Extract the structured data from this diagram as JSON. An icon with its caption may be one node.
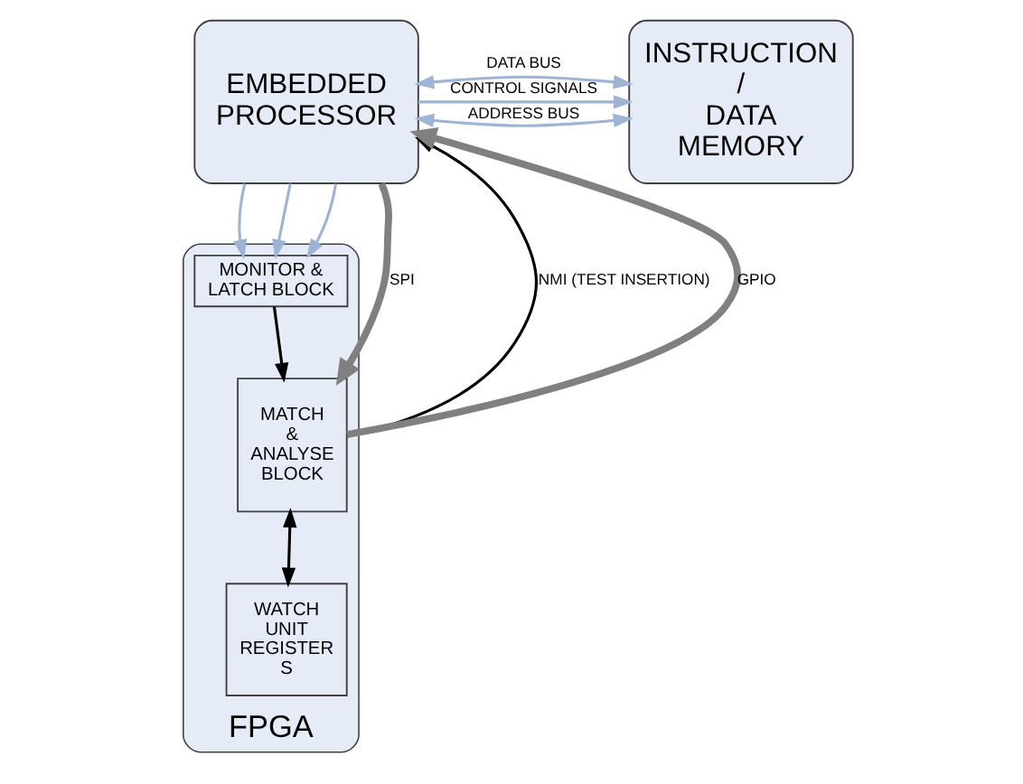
{
  "diagram": {
    "nodes": [
      {
        "text": [
          "EMBEDDED PROCESSOR"
        ]
      },
      {
        "text": [
          "INSTRUCTION / DATA MEMORY"
        ]
      },
      {
        "text": [
          "FPGA"
        ]
      },
      {
        "text": [
          "MONITOR & LATCH BLOCK"
        ],
        "in": 2
      },
      {
        "text": [
          "MATCH & ANALYSE BLOCK"
        ],
        "in": 2
      },
      {
        "text": [
          "WATCH UNIT REGISTER S"
        ],
        "in": 2
      }
    ],
    "edges": [
      {
        "from": 0,
        "to": 1,
        "arrow": "both",
        "label": "ADDRESS BUS"
      },
      {
        "from": 0,
        "to": 1,
        "arrow": "both",
        "label": "DATA BUS"
      },
      {
        "from": 0,
        "to": 1,
        "arrow": "to",
        "label": "CONTROL SIGNALS"
      },
      {
        "from": 0,
        "to": 3,
        "arrow": "to"
      },
      {
        "from": 0,
        "to": 3,
        "arrow": "to"
      },
      {
        "from": 0,
        "to": 3,
        "arrow": "to"
      },
      {
        "from": 3,
        "to": 4,
        "arrow": "to",
        "color": "#000000"
      },
      {
        "from": 4,
        "to": 0,
        "arrow": "to",
        "label": "NMI (TEST INSERTION)",
        "color": "#000000"
      },
      {
        "from": 4,
        "to": 0,
        "arrow": "to",
        "label": "GPIO",
        "style": "thick",
        "color": "#808080"
      },
      {
        "from": 0,
        "to": 4,
        "arrow": "to",
        "label": "SPI",
        "style": "thick",
        "color": "#808080"
      },
      {
        "from": 4,
        "to": 5,
        "arrow": "both",
        "color": "#000000"
      }
    ]
  }
}
